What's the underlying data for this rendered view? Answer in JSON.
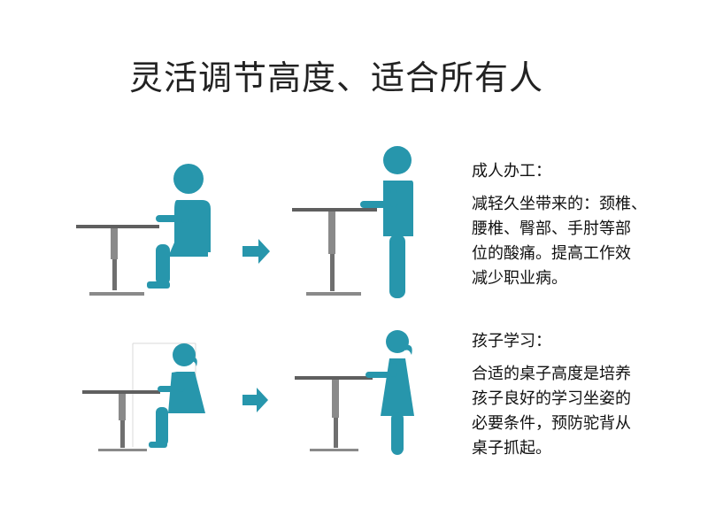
{
  "title": "灵活调节高度、适合所有人",
  "colors": {
    "figure": "#2796ac",
    "desk_top": "#5f5f5f",
    "desk_leg": "#8a8a8a",
    "arrow": "#2796ac",
    "guide_line": "#d8d8d8"
  },
  "adult": {
    "heading": "成人办工：",
    "lines": [
      "减轻久坐带来的：颈椎、",
      "腰椎、臀部、手肘等部",
      "位的酸痛。提高工作效",
      "减少职业病。"
    ]
  },
  "child": {
    "heading": "孩子学习：",
    "lines": [
      "合适的桌子高度是培养",
      "孩子良好的学习坐姿的",
      "必要条件，预防驼背从",
      "桌子抓起。"
    ]
  },
  "icons": {
    "arrow": "arrow-right-icon",
    "adult_sitting": "adult-sitting-icon",
    "adult_standing": "adult-standing-icon",
    "child_sitting": "child-sitting-icon",
    "child_standing": "child-standing-icon",
    "desk": "desk-icon"
  }
}
